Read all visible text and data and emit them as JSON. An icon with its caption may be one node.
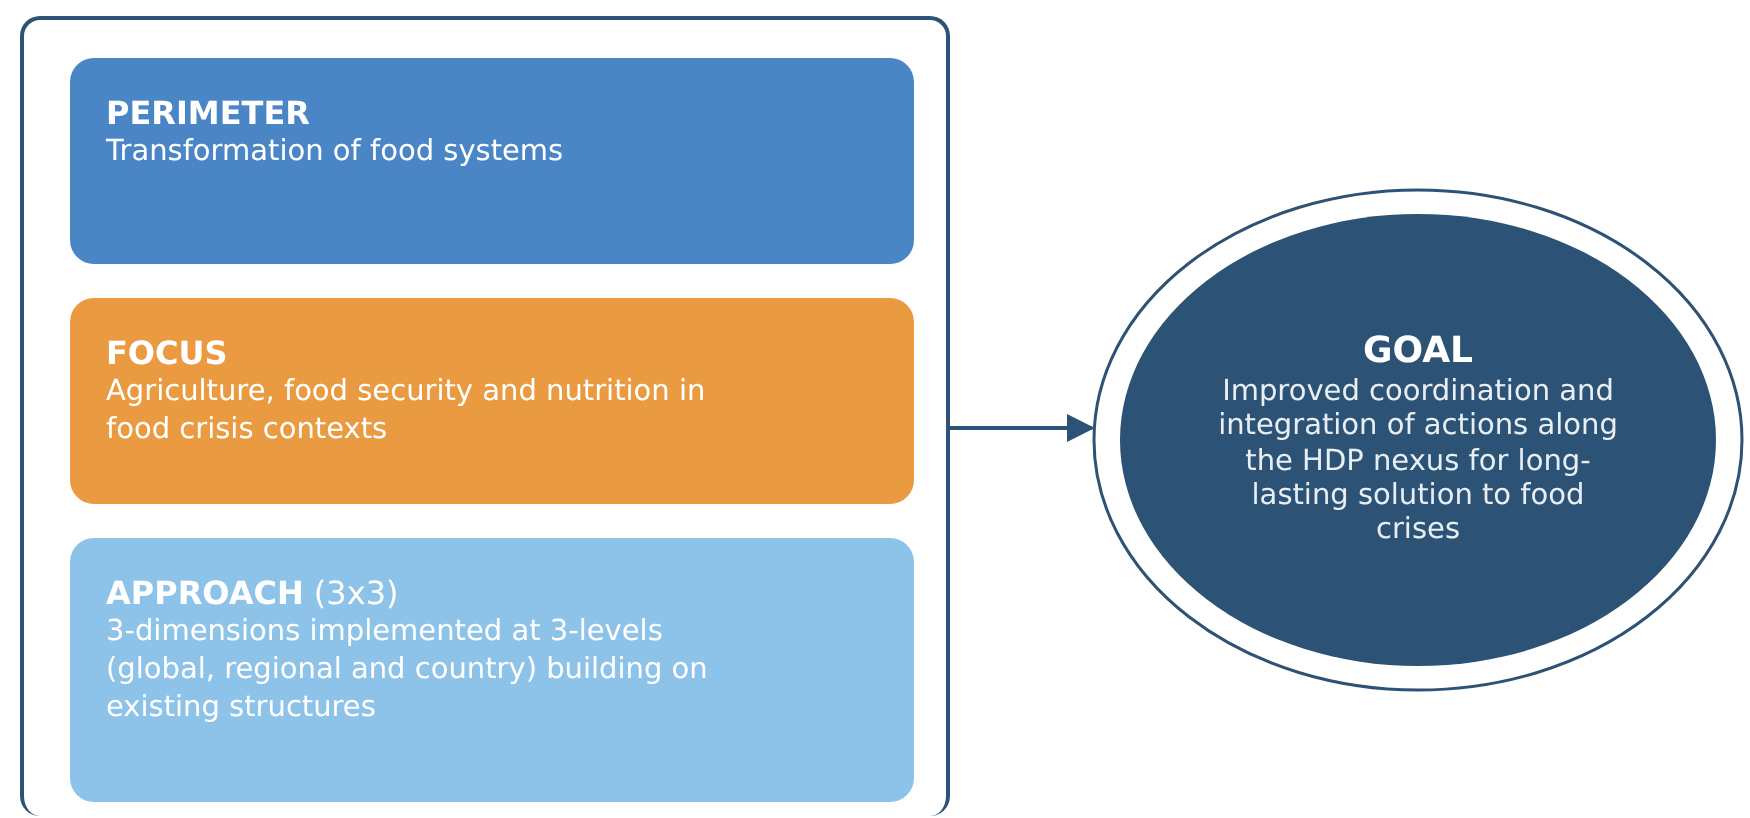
{
  "diagram": {
    "nodes": [
      {
        "text": [],
        "shape": "box"
      },
      {
        "text": [
          "PERIMETER",
          "Transformation of food systems"
        ],
        "in": 0
      },
      {
        "text": [
          "FOCUS",
          "Agriculture, food security and nutrition in food crisis contexts"
        ],
        "in": 0
      },
      {
        "text": [
          "**APPROACH** (3x3)",
          "3-dimensions implemented at 3-levels (global, regional and country) building on existing structures"
        ],
        "in": 0
      },
      {
        "text": [
          "GOAL",
          "Improved coordination and integration of actions along the HDP nexus for long-lasting solution to food crises"
        ]
      }
    ],
    "edges": [
      {
        "from": 0,
        "to": 4,
        "arrow": "to"
      }
    ]
  }
}
